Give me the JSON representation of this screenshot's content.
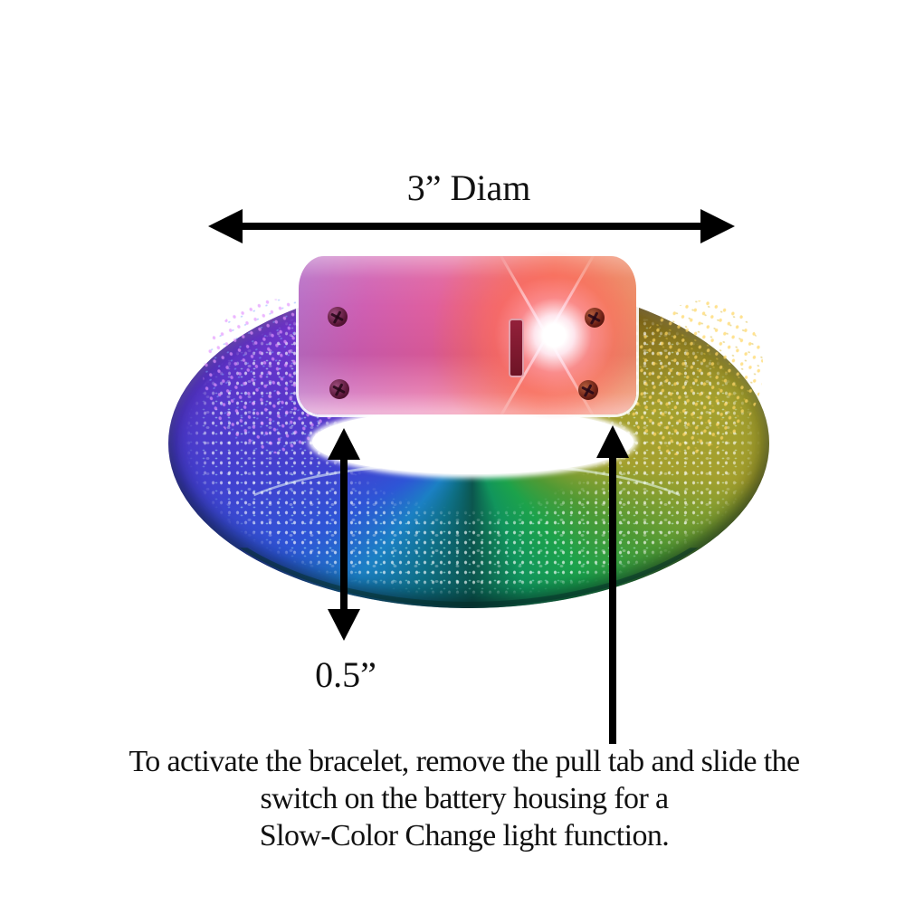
{
  "annotations": {
    "diameter_label": "3” Diam",
    "band_width_label": "0.5”",
    "caption": {
      "line1": "To activate the bracelet, remove the pull tab and slide the",
      "line2": "switch on the battery housing for a",
      "line3": "Slow-Color Change light function."
    }
  },
  "product": {
    "subject": "rainbow LED flashing bangle bracelet",
    "battery_housing": {
      "screw_count": 4,
      "pull_tab_slot": true,
      "led_lit": true
    },
    "band_texture": "glitter speckles"
  },
  "colors": {
    "bg": "#ffffff",
    "annotation": "#000000",
    "text": "#111111",
    "band-magenta": "#b23ab0",
    "band-brown": "#6b3018",
    "band-gold-dark": "#7a5c14",
    "band-gold": "#a4a02e",
    "band-olive-green": "#4f9a34",
    "band-green": "#1ca24b",
    "band-sea": "#11955c",
    "band-dark-teal": "#0b564e",
    "band-teal": "#0e6f85",
    "band-cyan-blue": "#1b80c4",
    "band-blue": "#2e55d6",
    "band-indigo": "#4340cf",
    "band-violet": "#5c35c9",
    "band-purple": "#7b35cd",
    "band-orchid": "#a13ac4",
    "housing-lav": "#b76fc6",
    "housing-magenta": "#cf5fb2",
    "housing-pink": "#e05f9d",
    "housing-rose": "#ea5f78",
    "housing-red": "#ec5c45",
    "housing-salmon": "#e9815e",
    "housing-peach": "#e8966f",
    "led-core": "#ffffff"
  }
}
